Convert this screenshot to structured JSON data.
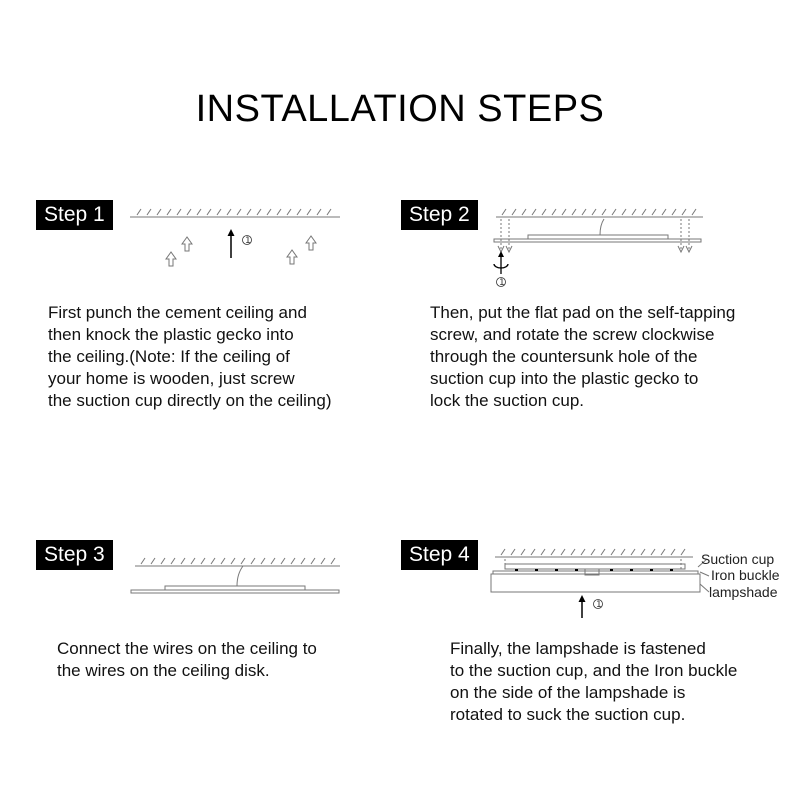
{
  "title": "INSTALLATION STEPS",
  "steps": [
    {
      "label": "Step 1",
      "lines": [
        "First punch the cement ceiling and",
        "then knock the plastic gecko into",
        "the ceiling.(Note: If the ceiling of",
        "your home is wooden, just screw",
        "the suction cup directly on the ceiling)"
      ],
      "marker": "①"
    },
    {
      "label": "Step 2",
      "lines": [
        "Then, put the flat pad on the self-tapping",
        "screw, and rotate the screw clockwise",
        "through the countersunk hole of the",
        "suction cup into the plastic gecko to",
        "lock the suction cup."
      ],
      "marker": "①"
    },
    {
      "label": "Step 3",
      "lines": [
        "Connect the wires on the ceiling to",
        "the wires on the ceiling disk."
      ]
    },
    {
      "label": "Step 4",
      "lines": [
        "Finally, the lampshade is fastened",
        "to the suction cup, and the Iron buckle",
        "on the side of the lampshade is",
        "rotated to suck the suction cup."
      ],
      "marker": "①",
      "part_labels": [
        "Suction cup",
        "Iron buckle",
        "lampshade"
      ]
    }
  ]
}
